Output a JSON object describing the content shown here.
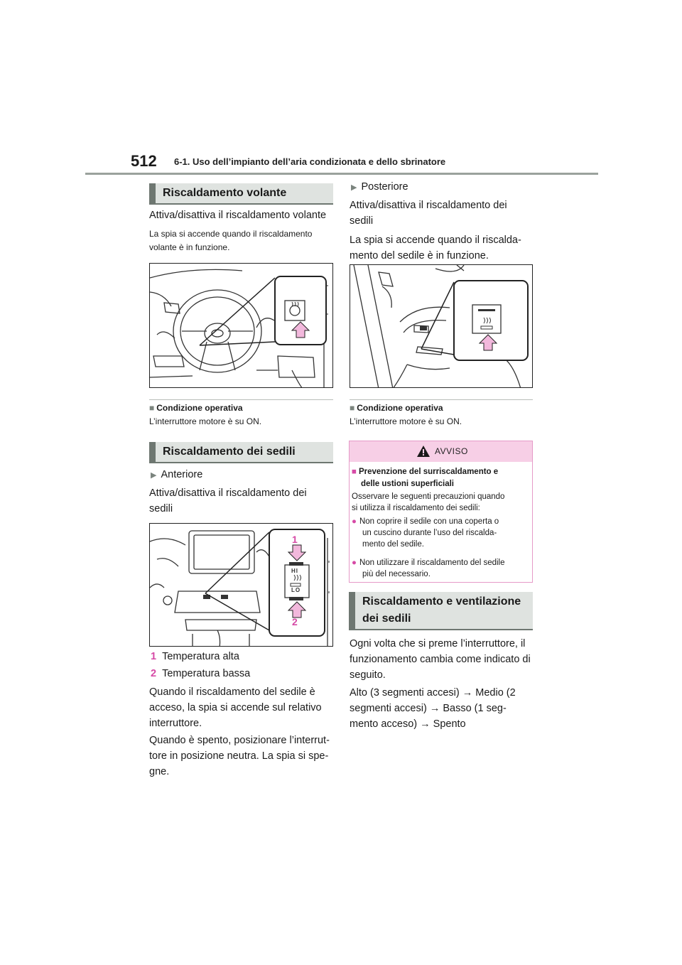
{
  "header": {
    "page_number": "512",
    "chapter": "6-1. Uso dell’impianto dell’aria condizionata e dello sbrinatore"
  },
  "left": {
    "section1_title": "Riscaldamento volante",
    "section1_text": "Attiva/disattiva il riscaldamento volante",
    "section1_note_line1": "La spia si accende quando il riscaldamento",
    "section1_note_line2": "volante è in funzione.",
    "cond1_title": "Condizione operativa",
    "cond1_text": "L’interruttore motore è su ON.",
    "section2_title": "Riscaldamento dei sedili",
    "front_label": "Anteriore",
    "front_text_line1": "Attiva/disattiva il riscaldamento dei",
    "front_text_line2": "sedili",
    "fig2_label1": "1",
    "fig2_label2": "2",
    "fig2_hi": "HI",
    "fig2_lo": "LO",
    "item1_num": "1",
    "item1_text": "Temperatura alta",
    "item2_num": "2",
    "item2_text": "Temperatura bassa",
    "para1_line1": "Quando il riscaldamento del sedile è",
    "para1_line2": "acceso, la spia si accende sul relativo",
    "para1_line3": "interruttore.",
    "para2_line1": "Quando è spento, posizionare l’interrut-",
    "para2_line2": "tore in posizione neutra. La spia si spe-",
    "para2_line3": "gne."
  },
  "right": {
    "rear_label": "Posteriore",
    "rear_text_line1": "Attiva/disattiva il riscaldamento dei",
    "rear_text_line2": "sedili",
    "rear_note_line1": "La spia si accende quando il riscalda-",
    "rear_note_line2": "mento del sedile è in funzione.",
    "cond2_title": "Condizione operativa",
    "cond2_text": "L’interruttore motore è su ON.",
    "warning": {
      "title": "AVVISO",
      "sub_line1": "Prevenzione del surriscaldamento e",
      "sub_line2": "delle ustioni superficiali",
      "intro_line1": "Osservare le seguenti precauzioni quando",
      "intro_line2": "si utilizza il riscaldamento dei sedili:",
      "b1_line1": "Non coprire il sedile con una coperta o",
      "b1_line2": "un cuscino durante l’uso del riscalda-",
      "b1_line3": "mento del sedile.",
      "b2_line1": "Non utilizzare il riscaldamento del sedile",
      "b2_line2": "più del necessario."
    },
    "section3_title_line1": "Riscaldamento e ventilazione",
    "section3_title_line2": "dei sedili",
    "s3_line1": "Ogni volta che si preme l’interruttore, il",
    "s3_line2": "funzionamento cambia come indicato di",
    "s3_line3": "seguito.",
    "s3_seq_line1": "Alto (3 segmenti accesi) → Medio (2",
    "s3_seq_line2": "segmenti accesi) → Basso (1 seg-",
    "s3_seq_line3": "mento acceso) → Spento"
  },
  "colors": {
    "accent_pink": "#d64aa6",
    "section_bar": "#6e7771",
    "section_bg": "#dfe3e0",
    "warning_bg": "#f7cfe6",
    "arrow_fill": "#f2b8dc"
  }
}
